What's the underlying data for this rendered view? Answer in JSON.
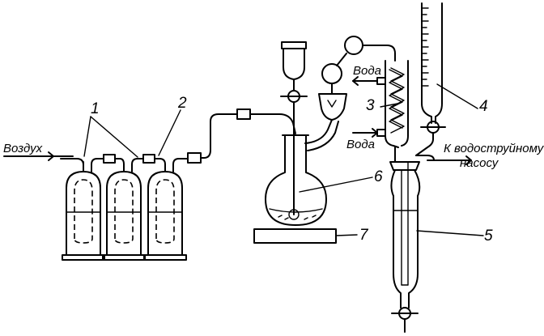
{
  "labels": {
    "air": "Воздух",
    "water_top": "Вода",
    "water_bottom": "Вода",
    "pump_line1": "К водоструйному",
    "pump_line2": "насосу"
  },
  "numbers": [
    "1",
    "2",
    "3",
    "4",
    "5",
    "6",
    "7"
  ],
  "colors": {
    "ink": "#000000",
    "background": "#ffffff"
  }
}
